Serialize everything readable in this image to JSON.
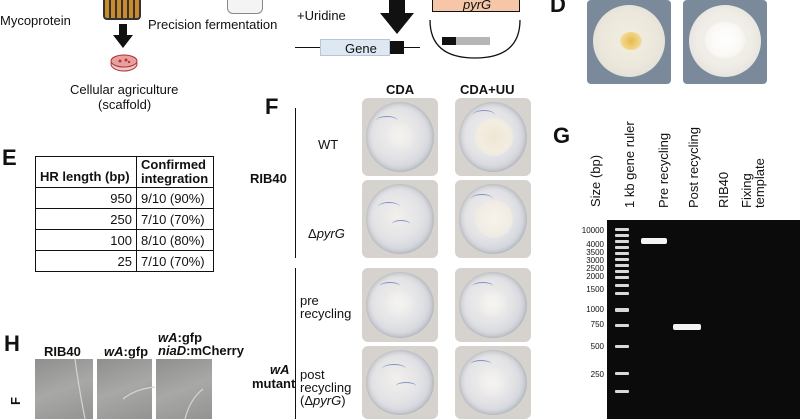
{
  "panel_a": {
    "mycoprotein": "Mycoprotein",
    "precision": "Precision fermentation",
    "cellular_line1": "Cellular agriculture",
    "cellular_line2": "(scaffold)"
  },
  "panel_c": {
    "uridine": "+Uridine",
    "plasmid_gene": "pyrG",
    "gene": "Gene"
  },
  "panel_d": {
    "letter": "D"
  },
  "panel_e": {
    "letter": "E",
    "col1": "HR length (bp)",
    "col2_line1": "Confirmed",
    "col2_line2": "integration",
    "rows": [
      {
        "len": "950",
        "conf": "9/10 (90%)"
      },
      {
        "len": "250",
        "conf": "7/10 (70%)"
      },
      {
        "len": "100",
        "conf": "8/10 (80%)"
      },
      {
        "len": "25",
        "conf": "7/10 (70%)"
      }
    ]
  },
  "panel_f": {
    "letter": "F",
    "col_cda": "CDA",
    "col_cdauu": "CDA+UU",
    "group_rib40": "RIB40",
    "row_wt": "WT",
    "row_pyrg_prefix": "Δ",
    "row_pyrg": "pyrG",
    "group_wa_1": "wA",
    "group_wa_2": "mutant",
    "row_pre_1": "pre",
    "row_pre_2": "recycling",
    "row_post_1": "post",
    "row_post_2": "recycling",
    "row_post_3_open": "(Δ",
    "row_post_3_italic": "pyrG",
    "row_post_3_close": ")"
  },
  "panel_g": {
    "letter": "G",
    "lanes": [
      "1 kb gene ruler",
      "Pre recycling",
      "Post recycling",
      "RIB40"
    ],
    "lane5_line1": "Fixing",
    "lane5_line2": "template",
    "ylabel": "Size (bp)",
    "sizes": [
      "10000",
      "4000",
      "3500",
      "3000",
      "2500",
      "2000",
      "1500",
      "1000",
      "750",
      "500",
      "250"
    ]
  },
  "panel_h": {
    "letter": "H",
    "lab_rib40": "RIB40",
    "lab_wagfp_italic": "wA",
    "lab_wagfp_rest": ":gfp",
    "lab_3_line1_italic": "wA",
    "lab_3_line1_rest": ":gfp",
    "lab_3_line2_italic": "niaD",
    "lab_3_line2_rest": ":mCherry",
    "side_letter": "F"
  }
}
